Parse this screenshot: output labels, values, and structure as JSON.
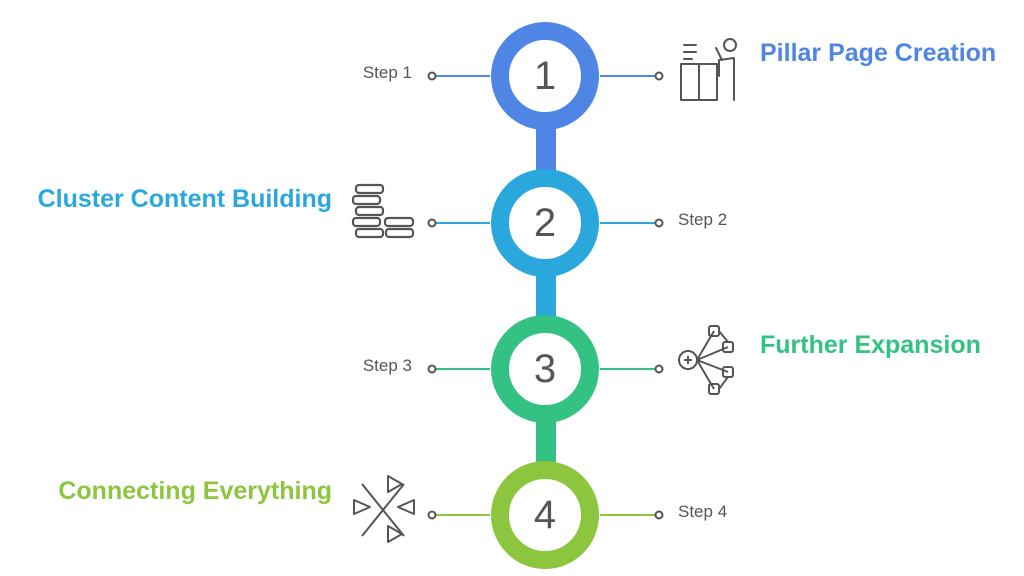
{
  "colors": {
    "step1": "#4f86e6",
    "step2": "#2aa8dd",
    "step3": "#33c283",
    "step4": "#8cc63f",
    "text_muted": "#555555",
    "icon": "#555555"
  },
  "steps": [
    {
      "number": "1",
      "label": "Step 1",
      "title": "Pillar Page Creation",
      "icon": "person-at-desk-icon"
    },
    {
      "number": "2",
      "label": "Step 2",
      "title": "Cluster Content Building",
      "icon": "stacked-blocks-icon"
    },
    {
      "number": "3",
      "label": "Step 3",
      "title": "Further Expansion",
      "icon": "network-expand-icon"
    },
    {
      "number": "4",
      "label": "Step 4",
      "title": "Connecting Everything",
      "icon": "converging-arrows-icon"
    }
  ]
}
